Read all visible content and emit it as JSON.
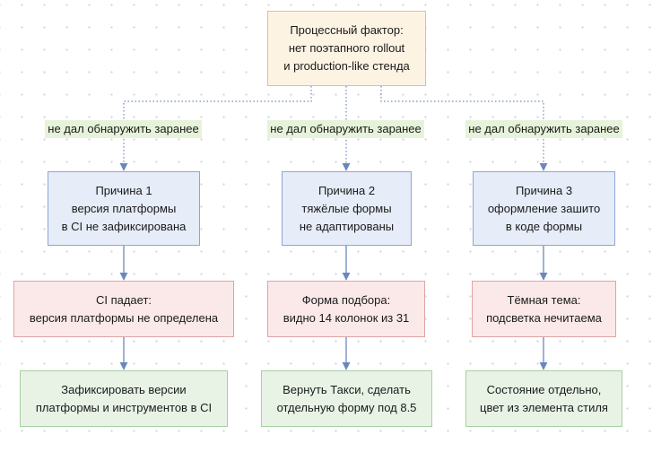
{
  "top_node": {
    "lines": [
      "Процессный фактор:",
      "нет поэтапного rollout",
      "и production-like стенда"
    ]
  },
  "edge_label": "не дал обнаружить заранее",
  "columns": [
    {
      "cause": {
        "lines": [
          "Причина 1",
          "версия платформы",
          "в CI не зафиксирована"
        ]
      },
      "effect": {
        "lines": [
          "CI падает:",
          "версия платформы не определена"
        ]
      },
      "fix": {
        "lines": [
          "Зафиксировать версии",
          "платформы и инструментов в CI"
        ]
      }
    },
    {
      "cause": {
        "lines": [
          "Причина 2",
          "тяжёлые формы",
          "не адаптированы"
        ]
      },
      "effect": {
        "lines": [
          "Форма подбора:",
          "видно 14 колонок из 31"
        ]
      },
      "fix": {
        "lines": [
          "Вернуть Такси, сделать",
          "отдельную форму под 8.5"
        ]
      }
    },
    {
      "cause": {
        "lines": [
          "Причина 3",
          "оформление зашито",
          "в коде формы"
        ]
      },
      "effect": {
        "lines": [
          "Тёмная тема:",
          "подсветка нечитаема"
        ]
      },
      "fix": {
        "lines": [
          "Состояние отдельно,",
          "цвет из элемента стиля"
        ]
      }
    }
  ],
  "colors": {
    "top_fill": "#fdf3e3",
    "cause_fill": "#e6ecf8",
    "effect_fill": "#fbe9e9",
    "fix_fill": "#e8f3e6",
    "edge_label_fill": "#e6f3da",
    "connector": "#6a88bd"
  }
}
